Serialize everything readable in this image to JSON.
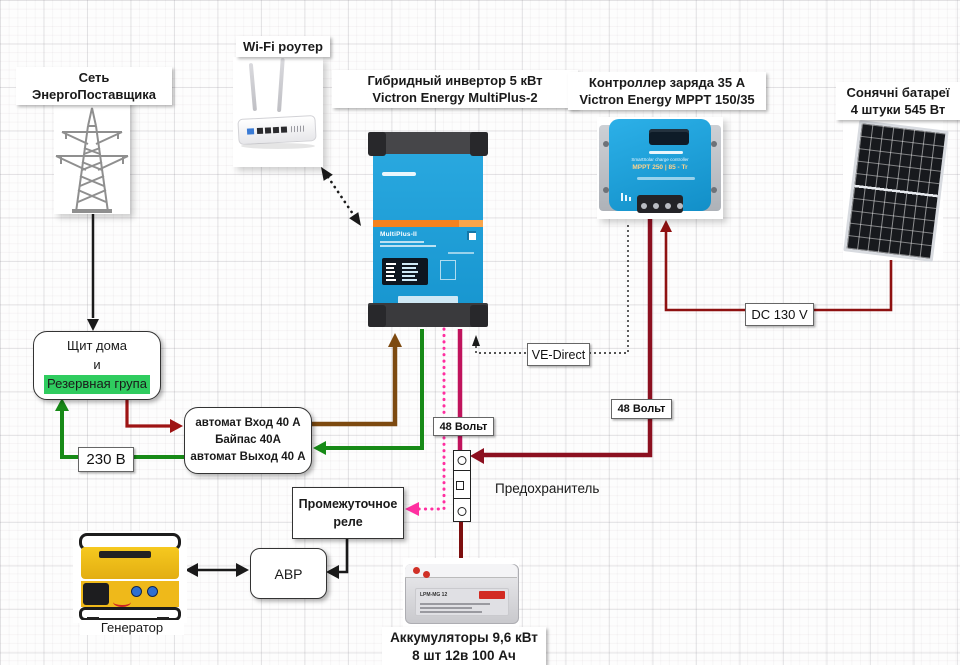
{
  "colors": {
    "green": "#178a17",
    "brown": "#7d4a10",
    "dark_red": "#9e1414",
    "maroon": "#7d0e0e",
    "mppt_red": "#8c1020",
    "dc_red": "#8e1111",
    "pink": "#ff2fa0",
    "crimson": "#c0135c",
    "line_black": "#1a1a1a",
    "highlight_green": "#2fcc5f",
    "victron_blue": "#21a3dc",
    "victron_orange": "#f5821f"
  },
  "labels": {
    "grid": {
      "line1": "Сеть",
      "line2": "ЭнергоПоставщика"
    },
    "router": "Wi-Fi роутер",
    "inverter": {
      "line1": "Гибридный инвертор 5 кВт",
      "line2": "Victron Energy MultiPlus-2"
    },
    "mppt": {
      "line1": "Контроллер заряда 35 А",
      "line2": "Victron Energy MPPT 150/35"
    },
    "solar": {
      "line1": "Сонячні батареї",
      "line2": "4 штуки 545 Вт"
    },
    "battery": {
      "line1": "Аккумуляторы 9,6 кВт",
      "line2": "8 шт 12в 100 Ач"
    },
    "generator": "Генератор",
    "fuse": "Предохранитель"
  },
  "boxes": {
    "house": {
      "line1": "Щит дома",
      "line2": "и",
      "line3": "Резервная група"
    },
    "breaker": {
      "line1": "автомат Вход 40 А",
      "line2": "Байпас 40А",
      "line3": "автомат Выход 40 А"
    },
    "relay": {
      "line1": "Промежуточное",
      "line2": "реле"
    },
    "avr": "АВР"
  },
  "wire_tags": {
    "v230": "230 В",
    "v48_inverter": "48 Вольт",
    "v48_mppt": "48 Вольт",
    "ve_direct": "VE-Direct",
    "dc130": "DC 130 V"
  },
  "devices": {
    "inverter_model": "MultiPlus-II",
    "mppt_line1": "SmartSolar charge controller",
    "mppt_line2": "MPPT 250 | 85 - Tr",
    "battery_model": "LPM-MG 12"
  }
}
